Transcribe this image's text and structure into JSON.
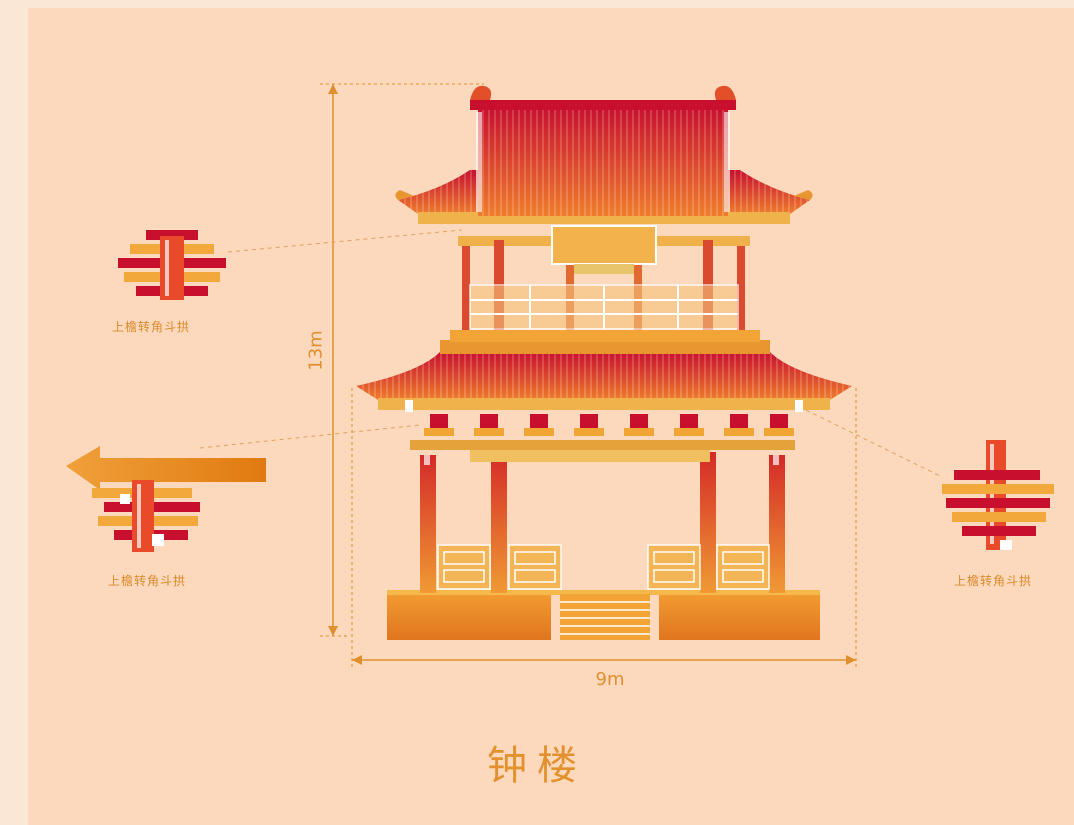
{
  "title": "钟楼",
  "dimensions": {
    "width_label": "9m",
    "height_label": "13m"
  },
  "details": [
    {
      "caption": "上檐转角斗拱"
    },
    {
      "caption": "上檐转角斗拱"
    },
    {
      "caption": "上檐转角斗拱"
    }
  ],
  "colors": {
    "background": "#fcd9bc",
    "outer": "#fbe7d6",
    "roof_red": "#d3302a",
    "roof_orange": "#ea6c2c",
    "accent_gold": "#e89630",
    "crimson": "#c8102e",
    "text_orange": "#e08f2f"
  }
}
